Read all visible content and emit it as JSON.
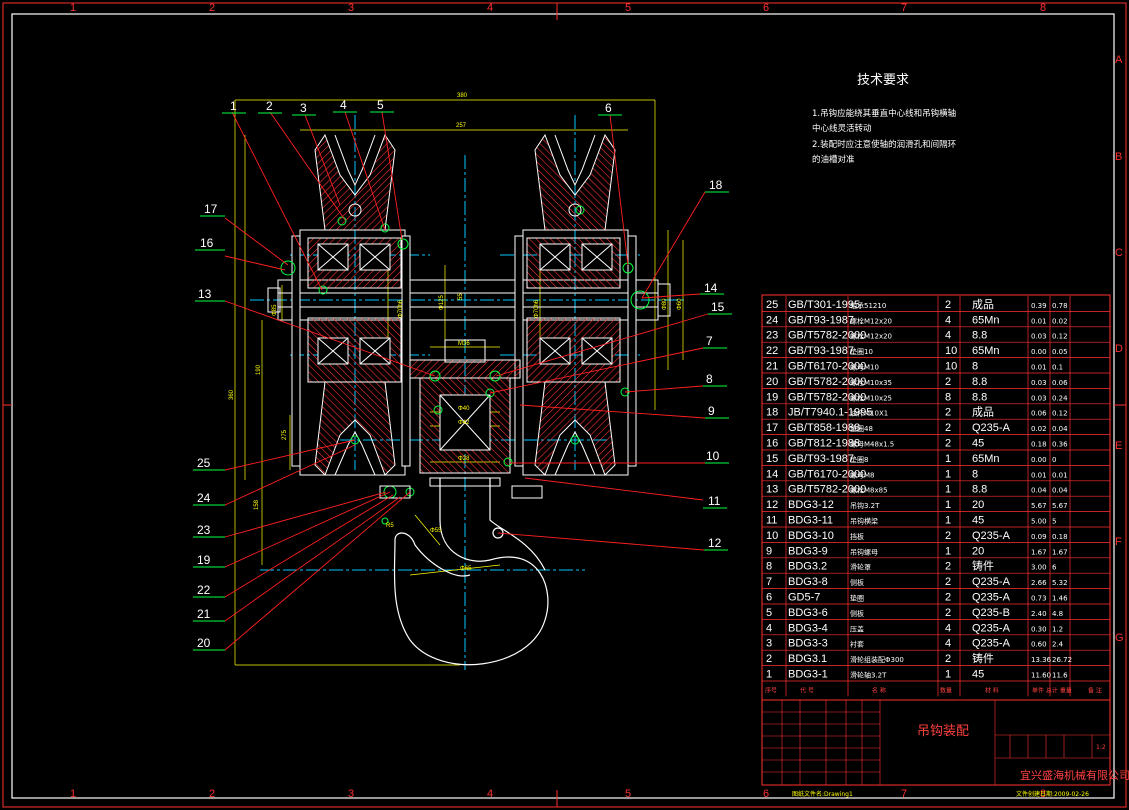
{
  "grid": {
    "columns": [
      "1",
      "2",
      "3",
      "4",
      "5",
      "6",
      "7",
      "8"
    ],
    "rows": [
      "A",
      "B",
      "C",
      "D",
      "E",
      "F",
      "G"
    ]
  },
  "tech_requirements": {
    "title": "技术要求",
    "lines": [
      "1.吊钩应能绕其垂直中心线和吊钩横轴",
      "中心线灵活转动",
      "2.装配时应注意使轴的润滑孔和间隔环",
      "的油槽对准"
    ]
  },
  "balloons": [
    "1",
    "2",
    "3",
    "4",
    "5",
    "6",
    "7",
    "8",
    "9",
    "10",
    "11",
    "12",
    "13",
    "14",
    "15",
    "16",
    "17",
    "18",
    "19",
    "20",
    "21",
    "22",
    "23",
    "24",
    "25"
  ],
  "dimensions": [
    "380",
    "257",
    "Φ85",
    "Φ70h6",
    "Φ125",
    "Φ70h6",
    "Φ80",
    "Φ60",
    "M36",
    "Φ40",
    "Φ42",
    "Φ28",
    "Φ55",
    "R5",
    "Φ65",
    "275",
    "360",
    "158",
    "190",
    "55"
  ],
  "bom": {
    "rows": [
      {
        "no": "25",
        "code": "GB/T301-1995",
        "name": "轴承51210",
        "qty": "2",
        "mat": "成品",
        "w1": "0.39",
        "w2": "0.78"
      },
      {
        "no": "24",
        "code": "GB/T93-1987",
        "name": "螺栓M12x20",
        "qty": "4",
        "mat": "65Mn",
        "w1": "0.01",
        "w2": "0.02"
      },
      {
        "no": "23",
        "code": "GB/T5782-2000",
        "name": "螺栓M12x20",
        "qty": "4",
        "mat": "8.8",
        "w1": "0.03",
        "w2": "0.12"
      },
      {
        "no": "22",
        "code": "GB/T93-1987",
        "name": "垫圈10",
        "qty": "10",
        "mat": "65Mn",
        "w1": "0.00",
        "w2": "0.05"
      },
      {
        "no": "21",
        "code": "GB/T6170-2000",
        "name": "螺母M10",
        "qty": "10",
        "mat": "8",
        "w1": "0.01",
        "w2": "0.1"
      },
      {
        "no": "20",
        "code": "GB/T5782-2000",
        "name": "螺栓M10x35",
        "qty": "2",
        "mat": "8.8",
        "w1": "0.03",
        "w2": "0.06"
      },
      {
        "no": "19",
        "code": "GB/T5782-2000",
        "name": "螺栓M10x25",
        "qty": "8",
        "mat": "8.8",
        "w1": "0.03",
        "w2": "0.24"
      },
      {
        "no": "18",
        "code": "JB/T7940.1-1995",
        "name": "油杯M10X1",
        "qty": "2",
        "mat": "成品",
        "w1": "0.06",
        "w2": "0.12"
      },
      {
        "no": "17",
        "code": "GB/T858-1988",
        "name": "垫圈48",
        "qty": "2",
        "mat": "Q235-A",
        "w1": "0.02",
        "w2": "0.04"
      },
      {
        "no": "16",
        "code": "GB/T812-1988",
        "name": "螺母M48x1.5",
        "qty": "2",
        "mat": "45",
        "w1": "0.18",
        "w2": "0.36"
      },
      {
        "no": "15",
        "code": "GB/T93-1987",
        "name": "垫圈8",
        "qty": "1",
        "mat": "65Mn",
        "w1": "0.00",
        "w2": "0"
      },
      {
        "no": "14",
        "code": "GB/T6170-2000",
        "name": "螺母M8",
        "qty": "1",
        "mat": "8",
        "w1": "0.01",
        "w2": "0.01"
      },
      {
        "no": "13",
        "code": "GB/T5782-2000",
        "name": "螺栓M8x85",
        "qty": "1",
        "mat": "8.8",
        "w1": "0.04",
        "w2": "0.04"
      },
      {
        "no": "12",
        "code": "BDG3-12",
        "name": "吊钩3.2T",
        "qty": "1",
        "mat": "20",
        "w1": "5.67",
        "w2": "5.67"
      },
      {
        "no": "11",
        "code": "BDG3-11",
        "name": "吊钩横梁",
        "qty": "1",
        "mat": "45",
        "w1": "5.00",
        "w2": "5"
      },
      {
        "no": "10",
        "code": "BDG3-10",
        "name": "挡板",
        "qty": "2",
        "mat": "Q235-A",
        "w1": "0.09",
        "w2": "0.18"
      },
      {
        "no": "9",
        "code": "BDG3-9",
        "name": "吊钩螺母",
        "qty": "1",
        "mat": "20",
        "w1": "1.67",
        "w2": "1.67"
      },
      {
        "no": "8",
        "code": "BDG3.2",
        "name": "滑轮罩",
        "qty": "2",
        "mat": "铸件",
        "w1": "3.00",
        "w2": "6"
      },
      {
        "no": "7",
        "code": "BDG3-8",
        "name": "侧板",
        "qty": "2",
        "mat": "Q235-A",
        "w1": "2.66",
        "w2": "5.32"
      },
      {
        "no": "6",
        "code": "GD5-7",
        "name": "垫圈",
        "qty": "2",
        "mat": "Q235-A",
        "w1": "0.73",
        "w2": "1.46"
      },
      {
        "no": "5",
        "code": "BDG3-6",
        "name": "侧板",
        "qty": "2",
        "mat": "Q235-B",
        "w1": "2.40",
        "w2": "4.8"
      },
      {
        "no": "4",
        "code": "BDG3-4",
        "name": "压盖",
        "qty": "4",
        "mat": "Q235-A",
        "w1": "0.30",
        "w2": "1.2"
      },
      {
        "no": "3",
        "code": "BDG3-3",
        "name": "衬套",
        "qty": "4",
        "mat": "Q235-A",
        "w1": "0.60",
        "w2": "2.4"
      },
      {
        "no": "2",
        "code": "BDG3.1",
        "name": "滑轮组装配Φ300",
        "qty": "2",
        "mat": "铸件",
        "w1": "13.36",
        "w2": "26.72"
      },
      {
        "no": "1",
        "code": "BDG3-1",
        "name": "滑轮轴3.2T",
        "qty": "1",
        "mat": "45",
        "w1": "11.60",
        "w2": "11.6"
      }
    ],
    "header": [
      "序号",
      "代 号",
      "名 称",
      "数量",
      "材 料",
      "单件 总计 重量",
      "备 注"
    ]
  },
  "title_block": {
    "drawing_title": "吊钩装配",
    "company": "宜兴盛海机械有限公司",
    "scale": "1:2",
    "footer_left": "图纸文件名:Drawing1",
    "footer_right": "文件创建日期:2009-02-26"
  },
  "colors": {
    "background": "#000000",
    "border": "#ffffff",
    "grid_labels": "#ff3030",
    "leader": "#ff2020",
    "centerline": "#00c8ff",
    "dimension": "#ffff00",
    "hatch": "#ff3030",
    "green": "#00ff40"
  }
}
